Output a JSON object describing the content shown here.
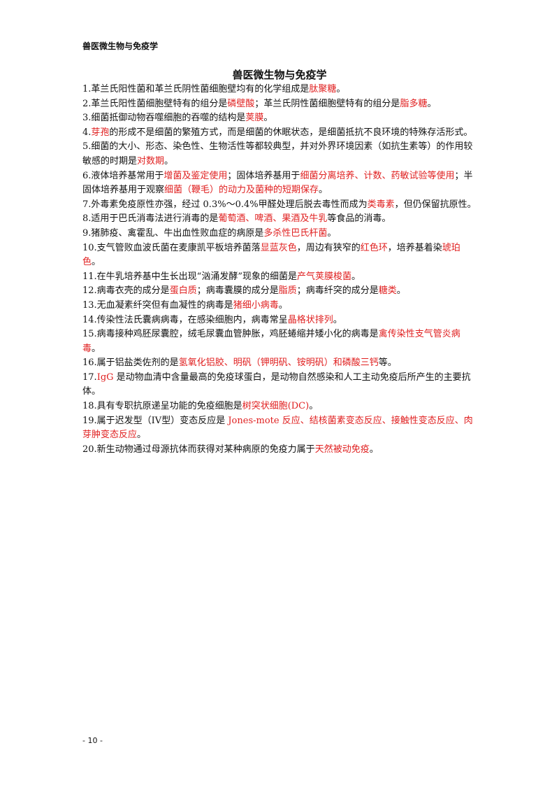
{
  "header": {
    "text": "兽医微生物与免疫学"
  },
  "document": {
    "title": "兽医微生物与免疫学",
    "items": [
      [
        {
          "t": "1.革兰氏阳性菌和革兰氏阴性菌细胞壁均有的化学组成是"
        },
        {
          "t": "肽聚糖",
          "r": 1
        },
        {
          "t": "。"
        }
      ],
      [
        {
          "t": "2.革兰氏阳性菌细胞壁特有的组分是"
        },
        {
          "t": "磷壁酸",
          "r": 1
        },
        {
          "t": "；革兰氏阴性菌细胞壁特有的组分是"
        },
        {
          "t": "脂多糖",
          "r": 1
        },
        {
          "t": "。"
        }
      ],
      [
        {
          "t": "3.细菌抵御动物吞噬细胞的吞噬的结构是"
        },
        {
          "t": "荚膜",
          "r": 1
        },
        {
          "t": "。"
        }
      ],
      [
        {
          "t": "4."
        },
        {
          "t": "芽孢",
          "r": 1
        },
        {
          "t": "的形成不是细菌的繁殖方式，而是细菌的休眠状态，是细菌抵抗不良环境的特殊存活形式。"
        }
      ],
      [
        {
          "t": "5.细菌的大小、形态、染色性、生物活性等都较典型，并对外界环境因素（如抗生素等）的作用较敏感的时期是"
        },
        {
          "t": "对数期",
          "r": 1
        },
        {
          "t": "。"
        }
      ],
      [
        {
          "t": "6.液体培养基常用于"
        },
        {
          "t": "增菌及鉴定使用",
          "r": 1
        },
        {
          "t": "；固体培养基用于"
        },
        {
          "t": "细菌分离培养、计数、药敏试验等使用",
          "r": 1
        },
        {
          "t": "；半固体培养基用于观察"
        },
        {
          "t": "细菌（鞭毛）的动力及菌种的短期保存",
          "r": 1
        },
        {
          "t": "。"
        }
      ],
      [
        {
          "t": "7.外毒素免疫原性亦强，经过 0.3%～0.4%甲醛处理后脱去毒性而成为"
        },
        {
          "t": "类毒素",
          "r": 1
        },
        {
          "t": "，但仍保留抗原性。"
        }
      ],
      [
        {
          "t": "8.适用于巴氏消毒法进行消毒的是"
        },
        {
          "t": "葡萄酒、啤酒、果酒及牛乳",
          "r": 1
        },
        {
          "t": "等食品的消毒。"
        }
      ],
      [
        {
          "t": "9.猪肺疫、禽霍乱、牛出血性败血症的病原是"
        },
        {
          "t": "多杀性巴氏杆菌",
          "r": 1
        },
        {
          "t": "。"
        }
      ],
      [
        {
          "t": "10.支气管败血波氏菌在麦康凯平板培养菌落"
        },
        {
          "t": "显蓝灰色",
          "r": 1
        },
        {
          "t": "，周边有狭窄的"
        },
        {
          "t": "红色环",
          "r": 1
        },
        {
          "t": "，培养基着染"
        },
        {
          "t": "琥珀色",
          "r": 1
        },
        {
          "t": "。"
        }
      ],
      [
        {
          "t": "11.在牛乳培养基中生长出现“汹涌发酵”现象的细菌是"
        },
        {
          "t": "产气荚膜梭菌",
          "r": 1
        },
        {
          "t": "。"
        }
      ],
      [
        {
          "t": "12.病毒衣壳的成分是"
        },
        {
          "t": "蛋白质",
          "r": 1
        },
        {
          "t": "；病毒囊膜的成分是"
        },
        {
          "t": "脂质",
          "r": 1
        },
        {
          "t": "；病毒纤突的成分是"
        },
        {
          "t": "糖类",
          "r": 1
        },
        {
          "t": "。"
        }
      ],
      [
        {
          "t": "13.无血凝素纤突但有血凝性的病毒是"
        },
        {
          "t": "猪细小病毒",
          "r": 1
        },
        {
          "t": "。"
        }
      ],
      [
        {
          "t": "14.传染性法氏囊病病毒，在感染细胞内，病毒常呈"
        },
        {
          "t": "晶格状排列",
          "r": 1
        },
        {
          "t": "。"
        }
      ],
      [
        {
          "t": "15.病毒接种鸡胚尿囊腔，绒毛尿囊血管肿胀，鸡胚蜷缩并矮小化的病毒是"
        },
        {
          "t": "禽传染性支气管炎病毒",
          "r": 1
        },
        {
          "t": "。"
        }
      ],
      [
        {
          "t": "16.属于铝盐类佐剂的是"
        },
        {
          "t": "氢氧化铝胶、明矾（钾明矾、铵明矾）和磷酸三钙",
          "r": 1
        },
        {
          "t": "等。"
        }
      ],
      [
        {
          "t": "17."
        },
        {
          "t": "IgG",
          "r": 1
        },
        {
          "t": " 是动物血清中含量最高的免疫球蛋白，是动物自然感染和人工主动免疫后所产生的主要抗体。"
        }
      ],
      [
        {
          "t": "18.具有专职抗原递呈功能的免疫细胞是"
        },
        {
          "t": "树突状细胞(DC)",
          "r": 1
        },
        {
          "t": "。"
        }
      ],
      [
        {
          "t": "19.属于迟发型（IV型）变态反应是 "
        },
        {
          "t": "Jones-mote 反应、结核菌素变态反应、接触性变态反应、肉芽肿变态反应",
          "r": 1
        },
        {
          "t": "。"
        }
      ],
      [
        {
          "t": "20.新生动物通过母源抗体而获得对某种病原的免疫力属于"
        },
        {
          "t": "天然被动免疫",
          "r": 1
        },
        {
          "t": "。"
        }
      ]
    ]
  },
  "footer": {
    "page_number": "- 10 -"
  },
  "colors": {
    "highlight": "#e02020",
    "text": "#111111"
  }
}
